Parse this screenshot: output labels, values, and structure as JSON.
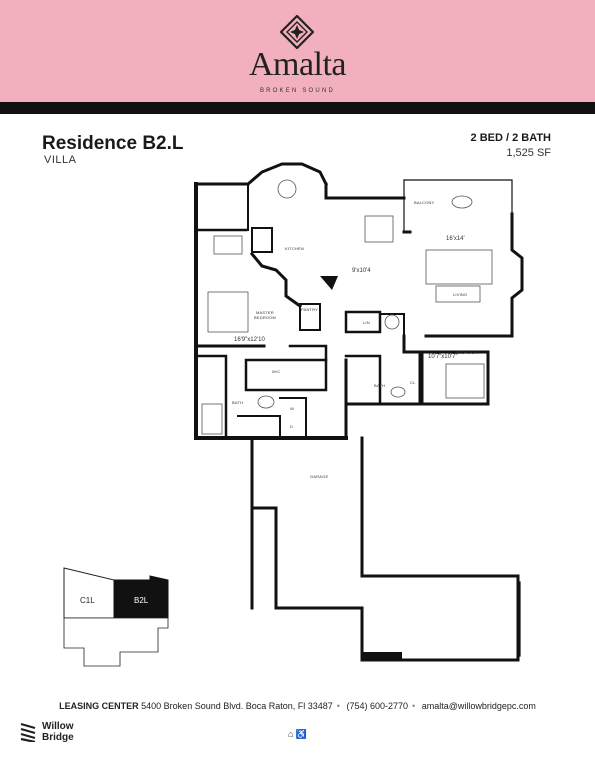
{
  "brand": {
    "name": "Amalta",
    "subtitle": "BROKEN SOUND"
  },
  "residence": {
    "title": "Residence B2.L",
    "type": "VILLA",
    "bed_bath": "2 BED / 2 BATH",
    "area": "1,525 SF"
  },
  "rooms": {
    "balcony": "BALCONY",
    "kitchen": "KITCHEN",
    "dining_dim": "9'x10'4",
    "living_dim": "16'x14'",
    "living": "LIVING",
    "pantry": "PANTRY",
    "master_bedroom_l1": "MASTER",
    "master_bedroom_l2": "BEDROOM",
    "master_dim": "16'9\"x12'10",
    "lin": "LIN",
    "wic": "W/C",
    "bath1": "BATH",
    "bath2": "BATH",
    "bedroom": "BEDROOM",
    "bedroom_dim": "10'7\"x10'7\"",
    "garage": "GARAGE",
    "w": "W",
    "d": "D",
    "cl": "CL"
  },
  "keyplan": {
    "left_unit": "C1L",
    "right_unit": "B2L"
  },
  "footer": {
    "leasing_label": "LEASING CENTER",
    "address": "5400 Broken Sound Blvd. Boca Raton, Fl 33487",
    "phone": "(754) 600-2770",
    "email": "amalta@willowbridgepc.com",
    "company_line1": "Willow",
    "company_line2": "Bridge",
    "housing_symbols": "⌂ ♿"
  },
  "colors": {
    "header_pink": "#f2afbe",
    "dark_bar": "#111111"
  }
}
